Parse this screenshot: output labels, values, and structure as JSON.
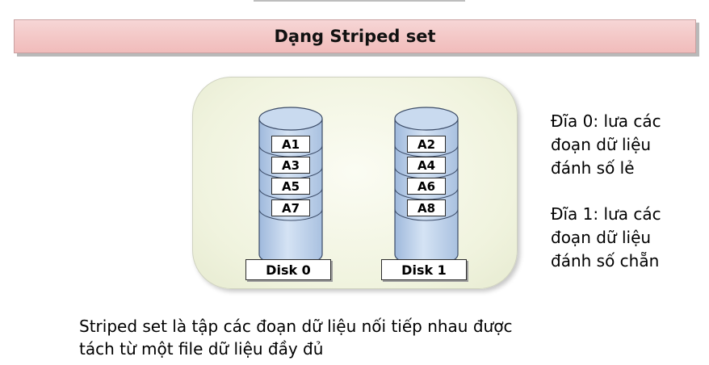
{
  "title": "Dạng Striped set",
  "disks": [
    {
      "label": "Disk 0",
      "segments": [
        "A1",
        "A3",
        "A5",
        "A7"
      ]
    },
    {
      "label": "Disk 1",
      "segments": [
        "A2",
        "A4",
        "A6",
        "A8"
      ]
    }
  ],
  "notes": [
    {
      "lines": [
        "Đĩa 0: lưa các",
        "đoạn dữ liệu",
        "đánh số lẻ"
      ]
    },
    {
      "lines": [
        "Đĩa 1: lưa các",
        "đoạn dữ liệu",
        "đánh số chẵn"
      ]
    }
  ],
  "caption": {
    "lines": [
      "Striped set là tập các đoạn dữ liệu nối tiếp nhau được",
      "tách từ một file dữ liệu đầy đủ"
    ]
  },
  "colors": {
    "title_bar": "#f3c7c6",
    "panel": "#f0f3de",
    "cylinder": "#c3d6ee"
  }
}
